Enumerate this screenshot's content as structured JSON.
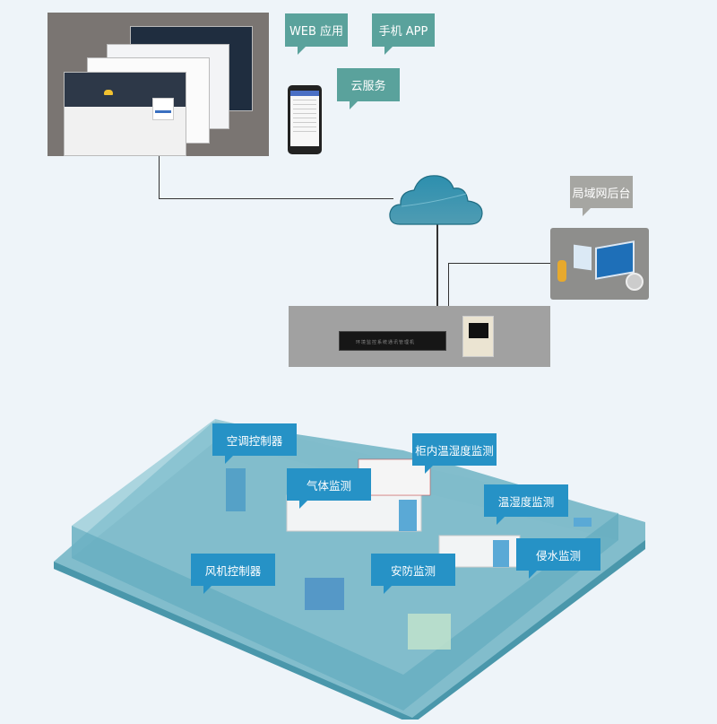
{
  "diagram": {
    "title": "环境监控系统架构",
    "client_layer": {
      "screens_panel": "web-app-screens",
      "callouts": [
        {
          "id": "web",
          "label": "WEB 应用"
        },
        {
          "id": "app",
          "label": "手机 APP"
        },
        {
          "id": "cloud",
          "label": "云服务"
        }
      ]
    },
    "network": {
      "cloud_icon": "cloud-icon",
      "lan_callout": "局域网后台"
    },
    "equipment": {
      "rack_label": "环境监控系统通讯管理机",
      "controller": "controller-panel"
    },
    "room": {
      "labels": [
        {
          "id": "ac",
          "label": "空调控制器"
        },
        {
          "id": "cabinet-th",
          "label": "柜内温湿度监测"
        },
        {
          "id": "gas",
          "label": "气体监测"
        },
        {
          "id": "th",
          "label": "温湿度监测"
        },
        {
          "id": "fan",
          "label": "风机控制器"
        },
        {
          "id": "security",
          "label": "安防监测"
        },
        {
          "id": "water",
          "label": "侵水监测"
        }
      ]
    }
  },
  "colors": {
    "background": "#eef4f9",
    "client_callout": "#5aa29c",
    "lan_callout": "#a6a6a2",
    "room_callout": "#2692c6",
    "room_glass": "#6fb3c4",
    "cloud": "#3a93ad"
  }
}
